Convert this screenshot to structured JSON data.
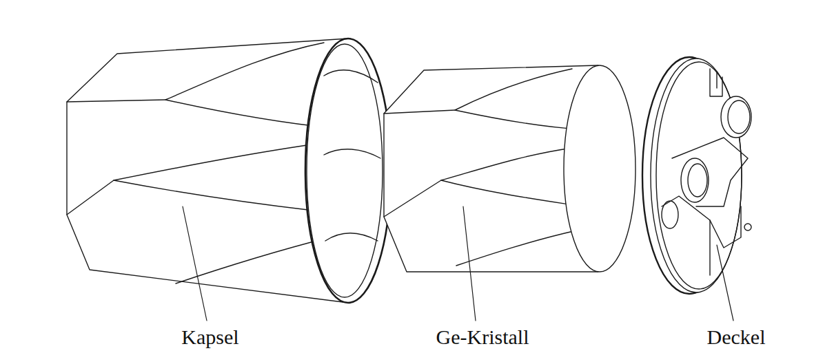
{
  "diagram": {
    "labels": [
      "Kapsel",
      "Ge-Kristall",
      "Deckel"
    ]
  }
}
